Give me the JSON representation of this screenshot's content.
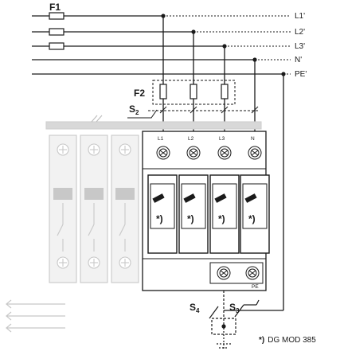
{
  "labels": {
    "f1": "F1",
    "f2": "F2",
    "s2": "S",
    "s2_sub": "2",
    "s3": "S",
    "s3_sub": "3",
    "s4": "S",
    "s4_sub": "4",
    "star": "*)",
    "pe_tag": "PE"
  },
  "conductors": [
    "L1'",
    "L2'",
    "L3'",
    "N'",
    "PE'"
  ],
  "terminals": [
    "L1",
    "L2",
    "L3",
    "N"
  ],
  "footnote": {
    "mark": "*)",
    "text": "DG MOD 385"
  },
  "colors": {
    "line": "#1a1a1a",
    "ghost": "#c8c8c8",
    "ghost_fill": "#f2f2f2",
    "module_face": "#d9d9d9",
    "window": "#a0a0a0"
  }
}
